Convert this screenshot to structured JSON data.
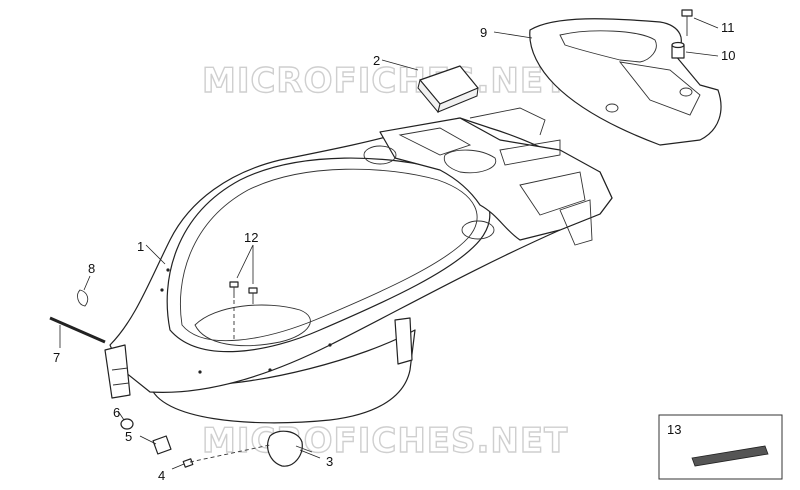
{
  "watermarks": [
    "MICROFICHES.NET",
    "MICROFICHES.NET"
  ],
  "callouts": [
    "1",
    "2",
    "3",
    "4",
    "5",
    "6",
    "7",
    "8",
    "9",
    "10",
    "11",
    "12",
    "13"
  ]
}
